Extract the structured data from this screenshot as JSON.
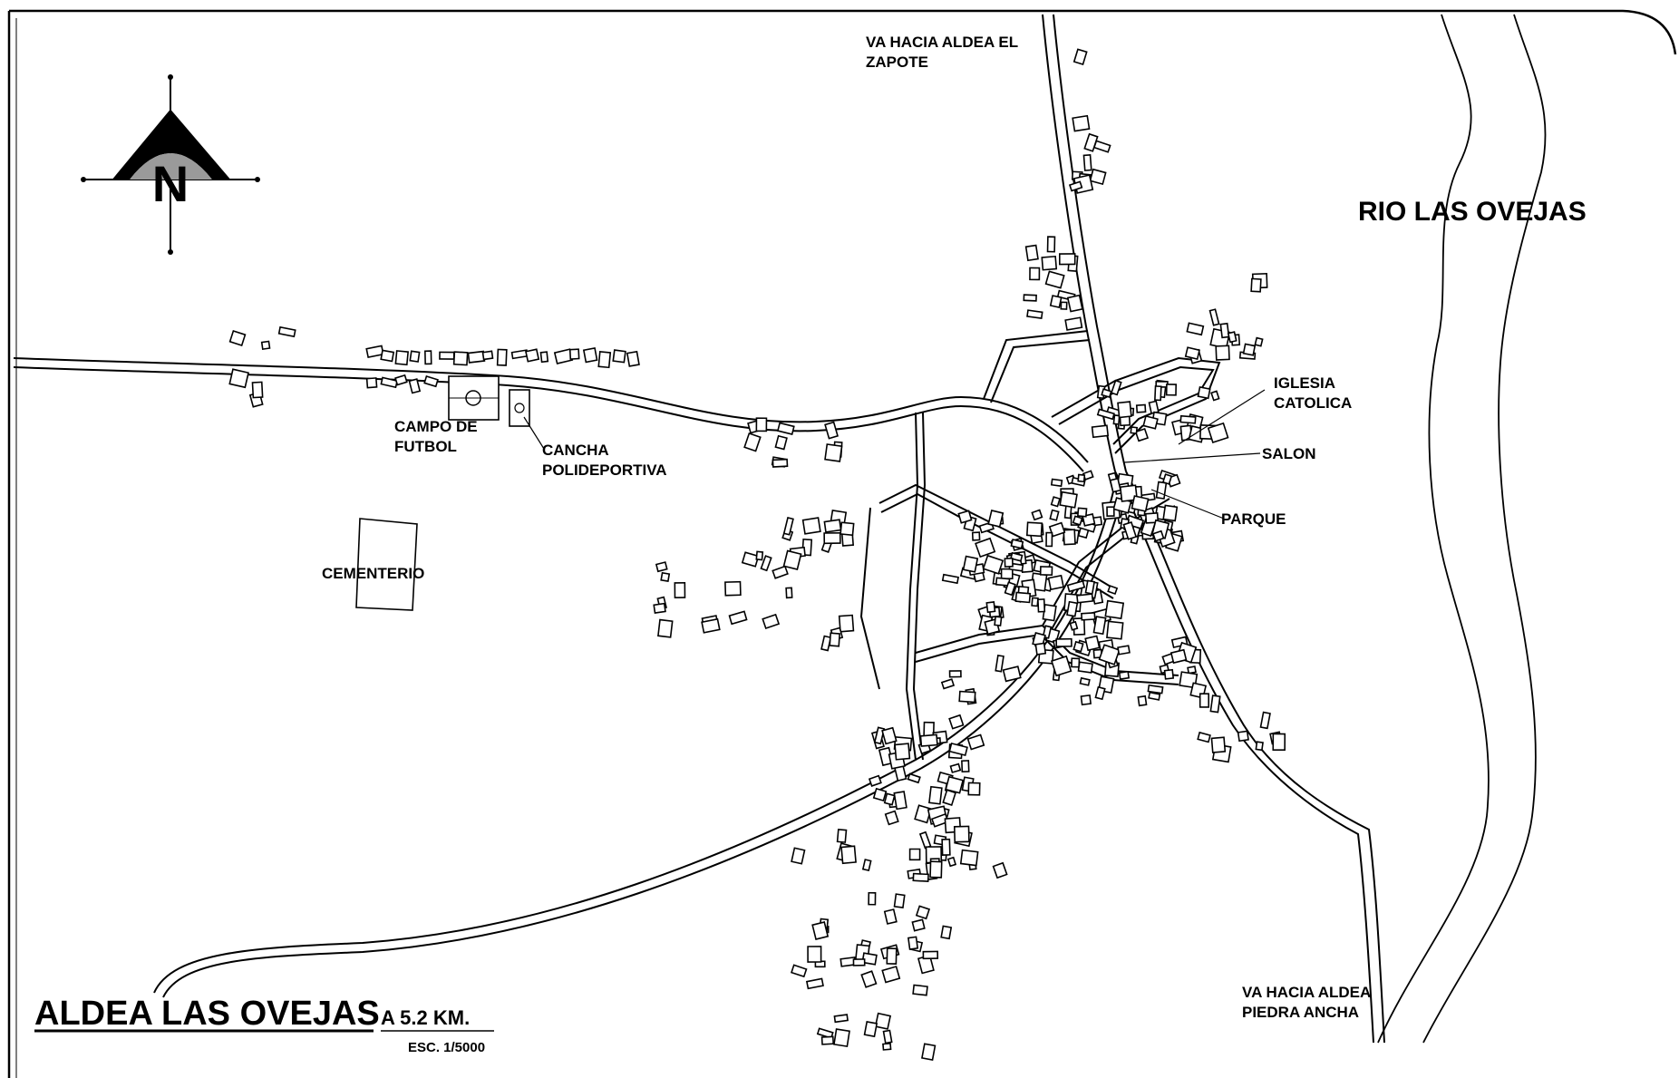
{
  "map": {
    "title": "ALDEA LAS OVEJAS",
    "distance": "A 5.2 KM.",
    "scale": "ESC. 1/5000",
    "north_letter": "N",
    "labels": {
      "river": "RIO LAS OVEJAS",
      "to_zapote_1": "VA HACIA ALDEA EL",
      "to_zapote_2": "ZAPOTE",
      "to_piedra_1": "VA HACIA ALDEA",
      "to_piedra_2": "PIEDRA ANCHA",
      "iglesia_1": "IGLESIA",
      "iglesia_2": "CATOLICA",
      "salon": "SALON",
      "parque": "PARQUE",
      "campo_1": "CAMPO DE",
      "campo_2": "FUTBOL",
      "cancha_1": "CANCHA",
      "cancha_2": "POLIDEPORTIVA",
      "cementerio": "CEMENTERIO"
    }
  }
}
